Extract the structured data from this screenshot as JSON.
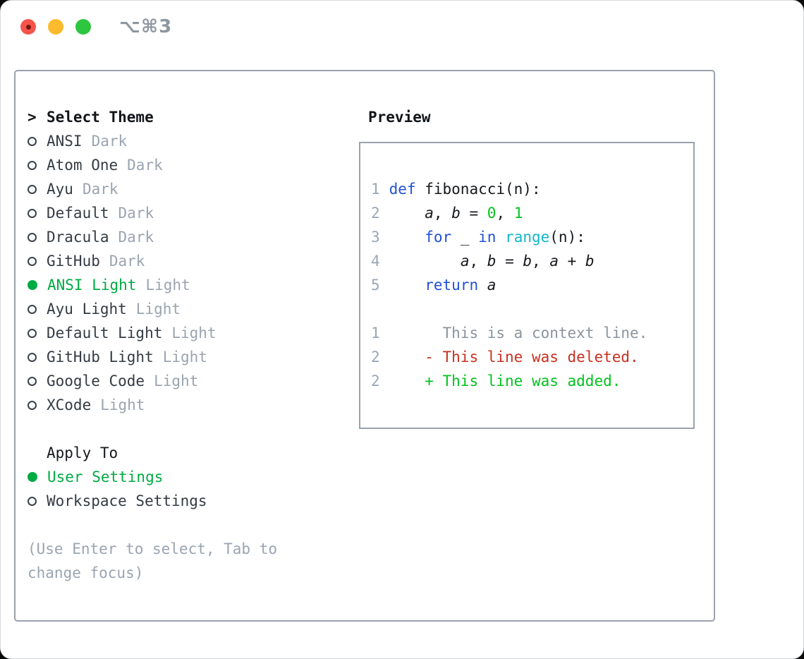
{
  "window": {
    "title": "⌥⌘3"
  },
  "left": {
    "header": {
      "prompt": ">",
      "label": "Select Theme"
    },
    "themes": [
      {
        "name": "ANSI",
        "variant": "Dark",
        "selected": false
      },
      {
        "name": "Atom One",
        "variant": "Dark",
        "selected": false
      },
      {
        "name": "Ayu",
        "variant": "Dark",
        "selected": false
      },
      {
        "name": "Default",
        "variant": "Dark",
        "selected": false
      },
      {
        "name": "Dracula",
        "variant": "Dark",
        "selected": false
      },
      {
        "name": "GitHub",
        "variant": "Dark",
        "selected": false
      },
      {
        "name": "ANSI Light",
        "variant": "Light",
        "selected": true
      },
      {
        "name": "Ayu Light",
        "variant": "Light",
        "selected": false
      },
      {
        "name": "Default Light",
        "variant": "Light",
        "selected": false
      },
      {
        "name": "GitHub Light",
        "variant": "Light",
        "selected": false
      },
      {
        "name": "Google Code",
        "variant": "Light",
        "selected": false
      },
      {
        "name": "XCode",
        "variant": "Light",
        "selected": false
      }
    ],
    "apply_to": {
      "label": "Apply To",
      "options": [
        {
          "label": "User Settings",
          "selected": true
        },
        {
          "label": "Workspace Settings",
          "selected": false
        }
      ]
    },
    "hint": "(Use Enter to select, Tab to change focus)"
  },
  "preview": {
    "label": "Preview",
    "lines": [
      {
        "num": "1",
        "tokens": [
          [
            "def",
            "kw"
          ],
          [
            " fibonacci(n):",
            "plain"
          ]
        ]
      },
      {
        "num": "2",
        "tokens": [
          [
            "    ",
            "plain"
          ],
          [
            "a",
            "var"
          ],
          [
            ", ",
            "plain"
          ],
          [
            "b",
            "var"
          ],
          [
            " = ",
            "plain"
          ],
          [
            "0",
            "num"
          ],
          [
            ", ",
            "plain"
          ],
          [
            "1",
            "num"
          ]
        ]
      },
      {
        "num": "3",
        "tokens": [
          [
            "    ",
            "plain"
          ],
          [
            "for",
            "kw"
          ],
          [
            " _ ",
            "plain"
          ],
          [
            "in",
            "kw"
          ],
          [
            " ",
            "plain"
          ],
          [
            "range",
            "fn"
          ],
          [
            "(n):",
            "plain"
          ]
        ]
      },
      {
        "num": "4",
        "tokens": [
          [
            "        ",
            "plain"
          ],
          [
            "a",
            "var"
          ],
          [
            ", ",
            "plain"
          ],
          [
            "b",
            "var"
          ],
          [
            " = ",
            "plain"
          ],
          [
            "b",
            "var"
          ],
          [
            ", ",
            "plain"
          ],
          [
            "a",
            "var"
          ],
          [
            " + ",
            "plain"
          ],
          [
            "b",
            "var"
          ]
        ]
      },
      {
        "num": "5",
        "tokens": [
          [
            "    ",
            "plain"
          ],
          [
            "return",
            "kw"
          ],
          [
            " ",
            "plain"
          ],
          [
            "a",
            "var"
          ]
        ]
      },
      {
        "num": "",
        "tokens": []
      },
      {
        "num": "1",
        "tokens": [
          [
            "      This is a context line.",
            "ctx"
          ]
        ]
      },
      {
        "num": "2",
        "tokens": [
          [
            "    - This line was deleted.",
            "del"
          ]
        ]
      },
      {
        "num": "2",
        "tokens": [
          [
            "    + This line was added.",
            "add"
          ]
        ]
      }
    ]
  },
  "colors": {
    "accent_green": "#00ab43",
    "code_green": "#00c31d",
    "keyword_blue": "#2050d8",
    "function_cyan": "#11b7c9",
    "deleted_red": "#c9301f",
    "muted_gray": "#9aa4b0",
    "border_gray": "#9aa2ad",
    "traffic_red": "#f6534b",
    "traffic_yellow": "#fcbb2d",
    "traffic_green": "#2dc63f"
  }
}
